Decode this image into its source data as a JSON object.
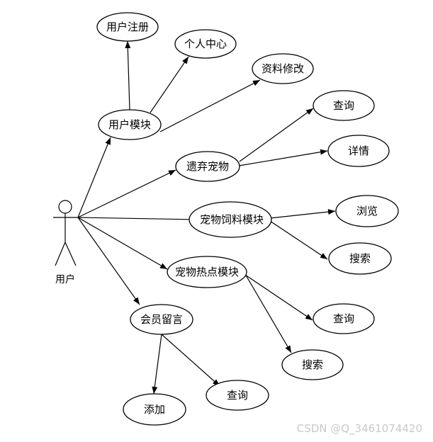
{
  "diagram": {
    "actor": {
      "label": "用户"
    },
    "use_cases": {
      "user_register": "用户注册",
      "personal_center": "个人中心",
      "profile_edit": "资料修改",
      "user_module": "用户模块",
      "query_1": "查询",
      "detail": "详情",
      "pet_abandon": "遗弃宠物",
      "browse": "浏览",
      "pet_food_module": "宠物饲料模块",
      "search_1": "搜索",
      "pet_hot_module": "宠物热点模块",
      "query_2": "查询",
      "member_message": "会员留言",
      "search_2": "搜索",
      "query_3": "查询",
      "add": "添加"
    }
  },
  "watermark": {
    "text": "CSDN @Q_3461074420"
  }
}
